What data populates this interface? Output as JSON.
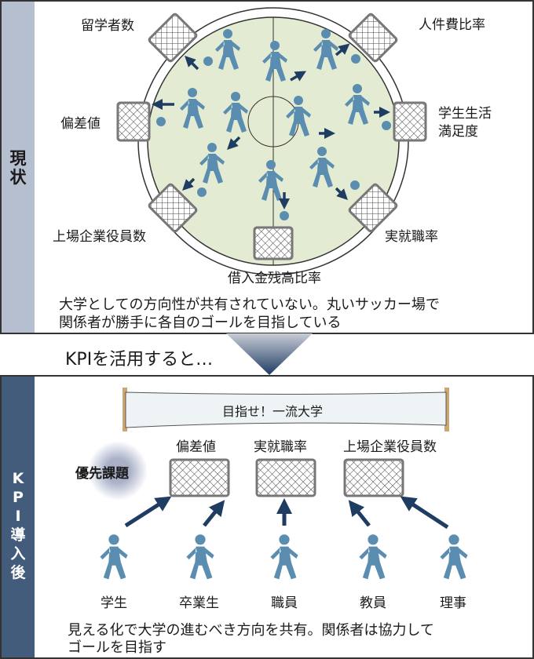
{
  "current": {
    "side_label": "現状",
    "goals": [
      "留学者数",
      "人件費比率",
      "偏差値",
      "学生生活満足度",
      "上場企業役員数",
      "実就職率",
      "借入金残高比率"
    ],
    "goal_label_satisfaction_line1": "学生生活",
    "goal_label_satisfaction_line2": "満足度",
    "caption_line1": "大学としての方向性が共有されていない。丸いサッカー場で",
    "caption_line2": "関係者が勝手に各自のゴールを目指している"
  },
  "transition": {
    "label": "KPIを活用すると…"
  },
  "after": {
    "side_label": "KPI導入後",
    "banner": "目指せ！一流大学",
    "priority_label": "優先課題",
    "priority_goals": [
      "偏差値",
      "実就職率",
      "上場企業役員数"
    ],
    "stakeholders": [
      "学生",
      "卒業生",
      "職員",
      "教員",
      "理事"
    ],
    "caption_line1": "見える化で大学の進むべき方向を共有。関係者は協力して",
    "caption_line2": "ゴールを目指す"
  },
  "colors": {
    "navy": "#1f3d63",
    "figure": "#5a8db0",
    "field": "#e3ebd3",
    "side_top": "#b6bfd0",
    "side_bottom": "#435c7c"
  }
}
